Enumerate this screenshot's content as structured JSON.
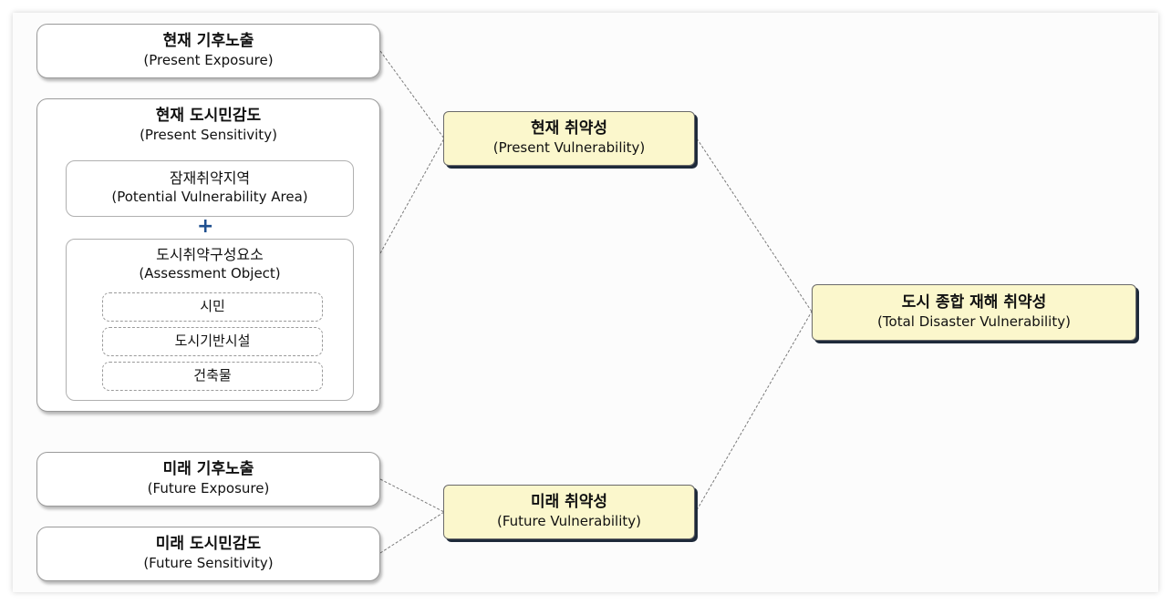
{
  "present_exposure": {
    "title": "현재 기후노출",
    "subtitle": "(Present Exposure)"
  },
  "present_sensitivity": {
    "title": "현재 도시민감도",
    "subtitle": "(Present Sensitivity)",
    "potential_area": {
      "title": "잠재취약지역",
      "subtitle": "(Potential Vulnerability Area)"
    },
    "plus_symbol": "+",
    "assessment_object": {
      "title": "도시취약구성요소",
      "subtitle": "(Assessment Object)",
      "items": [
        "시민",
        "도시기반시설",
        "건축물"
      ]
    }
  },
  "future_exposure": {
    "title": "미래 기후노출",
    "subtitle": "(Future Exposure)"
  },
  "future_sensitivity": {
    "title": "미래 도시민감도",
    "subtitle": "(Future Sensitivity)"
  },
  "present_vulnerability": {
    "title": "현재 취약성",
    "subtitle": "(Present Vulnerability)"
  },
  "future_vulnerability": {
    "title": "미래 취약성",
    "subtitle": "(Future Vulnerability)"
  },
  "total_vulnerability": {
    "title": "도시 종합 재해 취약성",
    "subtitle": "(Total Disaster Vulnerability)"
  },
  "colors": {
    "highlight_fill": "#fbf7cc",
    "plus_color": "#1f4f8f",
    "connector": "#7a7a7a"
  }
}
